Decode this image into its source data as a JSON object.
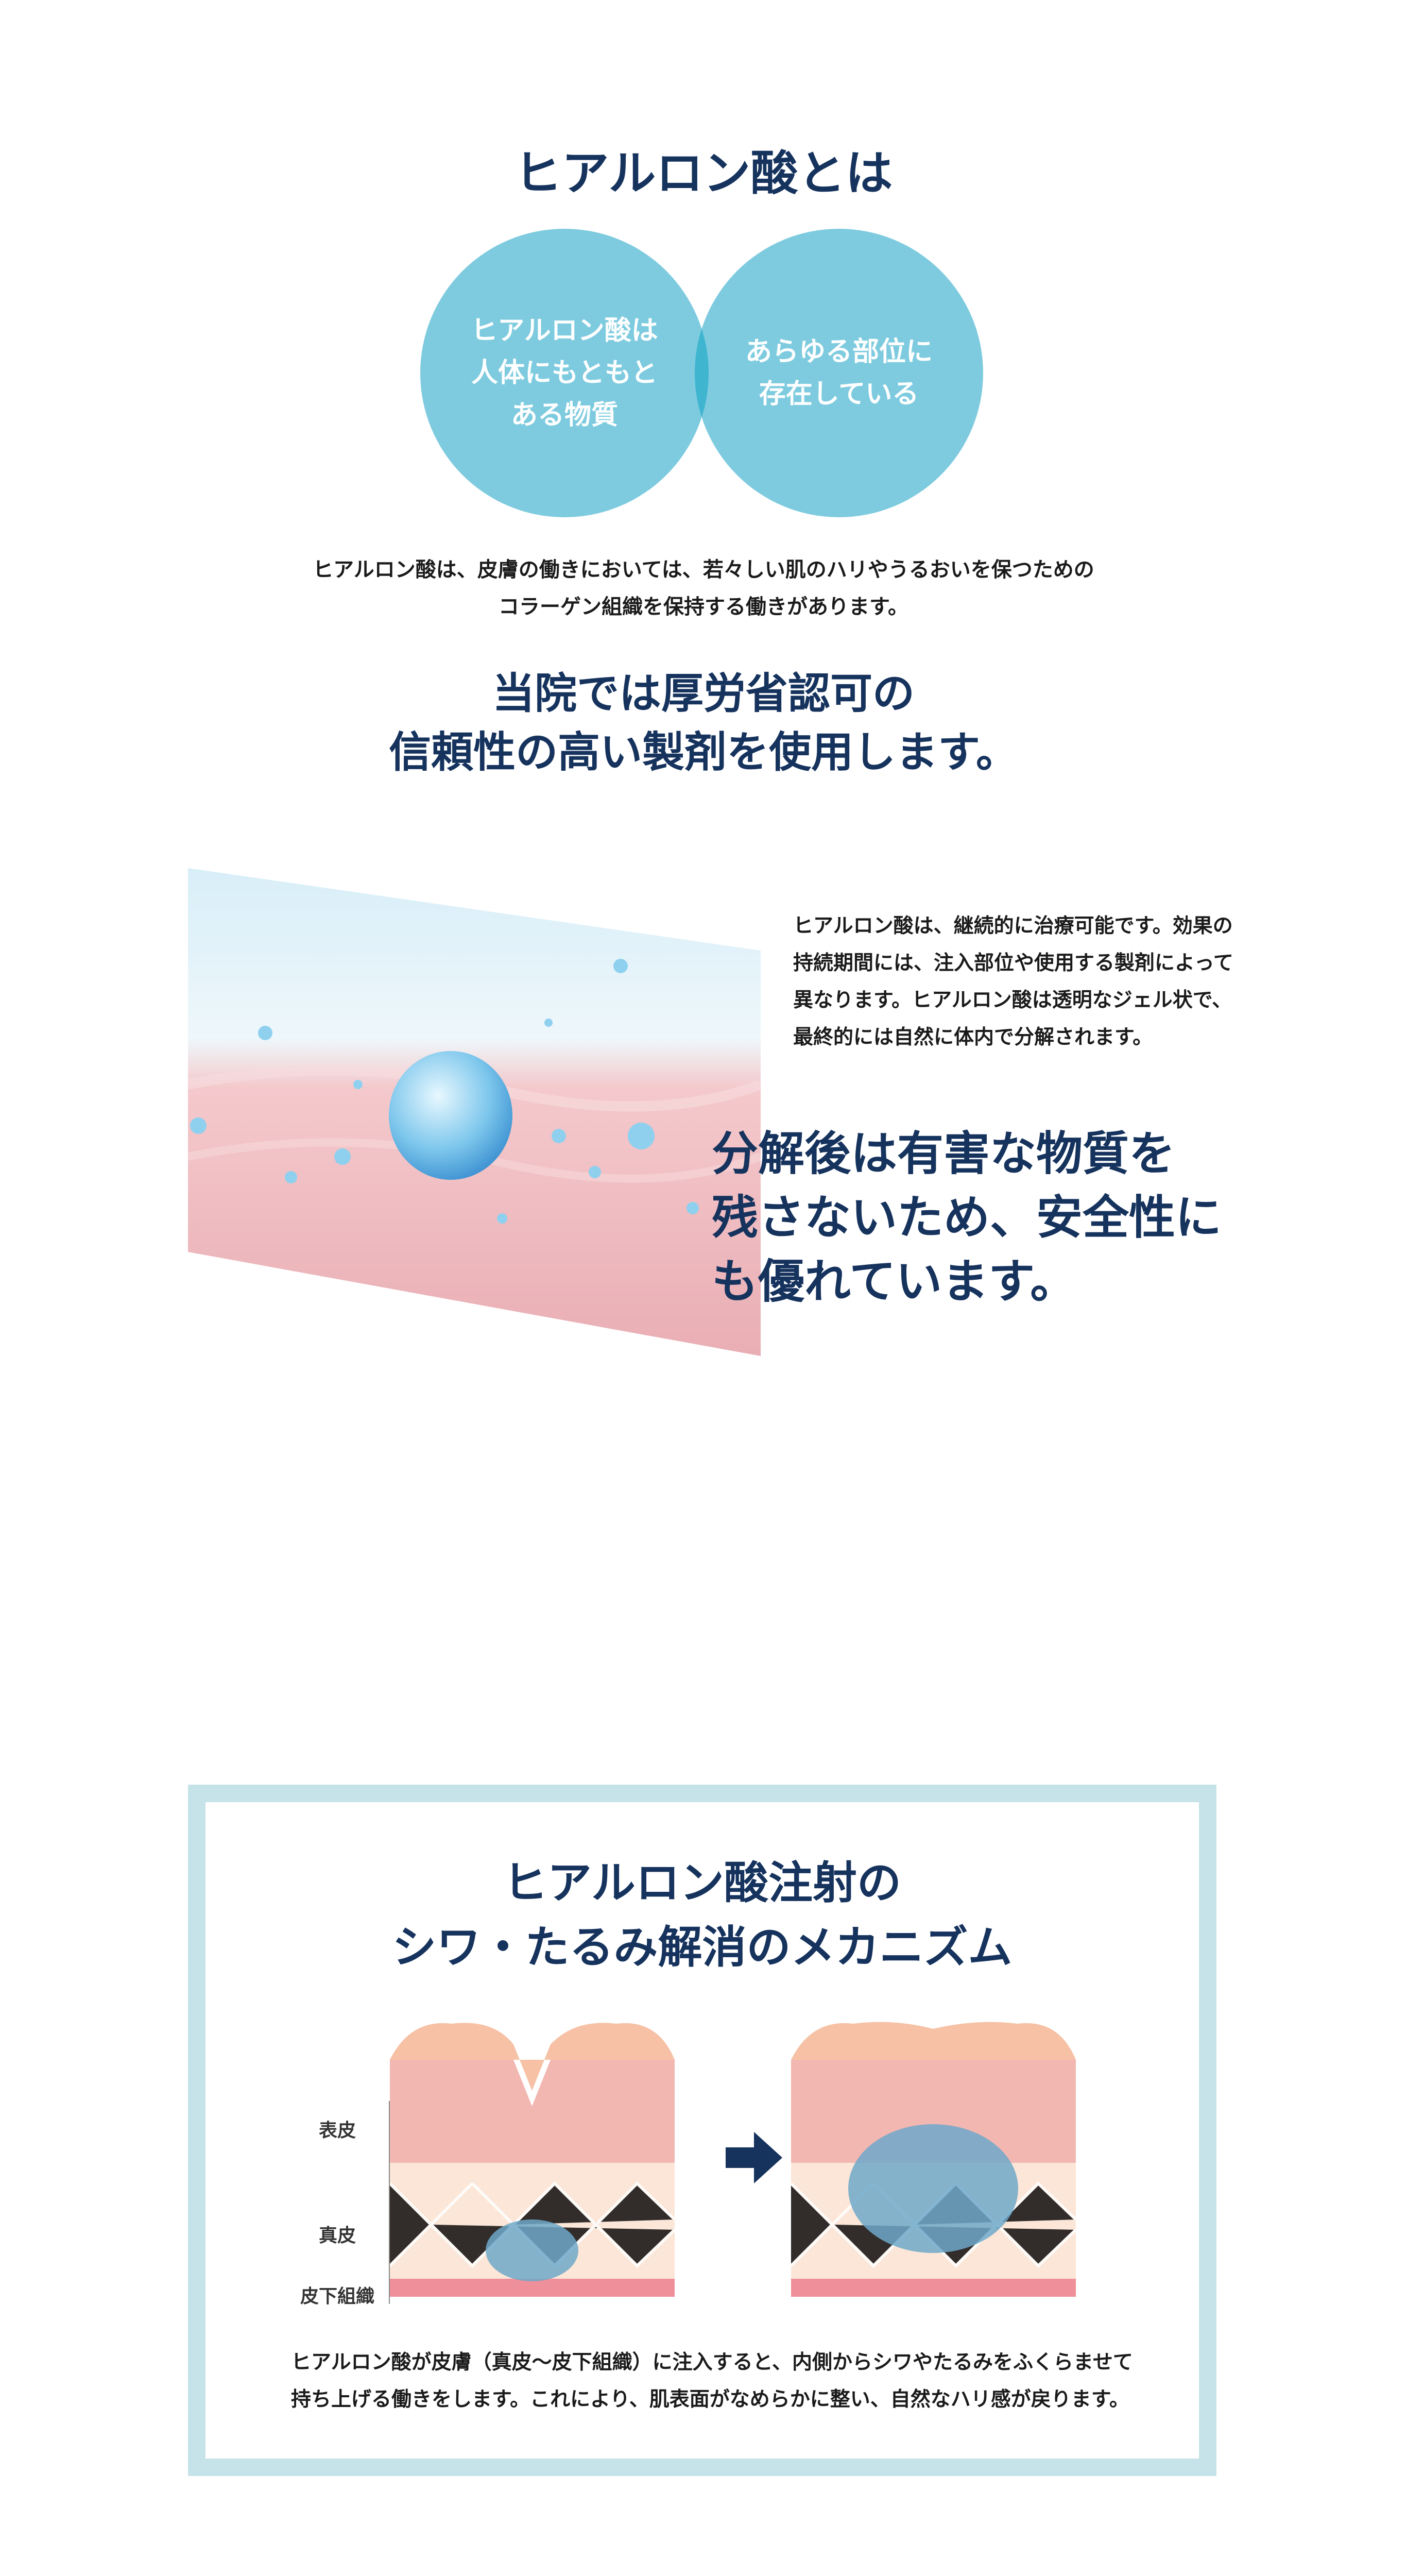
{
  "section1": {
    "title": "ヒアルロン酸とは",
    "circle_left": "ヒアルロン酸は\n人体にもともと\nある物質",
    "circle_right": "あらゆる部位に\n存在している",
    "description": "ヒアルロン酸は、皮膚の働きにおいては、若々しい肌のハリやうるおいを保つための\nコラーゲン組織を保持する働きがあります。",
    "heading": "当院では厚労省認可の\n信頼性の高い製剤を使用します。"
  },
  "section2": {
    "description": "ヒアルロン酸は、継続的に治療可能です。効果の持続期間には、注入部位や使用する製剤によって異なります。ヒアルロン酸は透明なジェル状で、最終的には自然に体内で分解されます。",
    "highlight": "分解後は有害な物質を\n残さないため、安全性に\nも優れています。"
  },
  "section3": {
    "heading": "ヒアルロン酸注射の\nシワ・たるみ解消のメカニズム",
    "labels": {
      "epidermis": "表皮",
      "dermis": "真皮",
      "subcutaneous": "皮下組織"
    },
    "description": "ヒアルロン酸が皮膚（真皮〜皮下組織）に注入すると、内側からシワやたるみをふくらませて持ち上げる働きをします。これにより、肌表面がなめらかに整い、自然なハリ感が戻ります。"
  },
  "colors": {
    "navy": "#16335e",
    "circle": "#7ecbdf",
    "overlap": "#3fb5d0",
    "frame": "#c5e3e8"
  }
}
